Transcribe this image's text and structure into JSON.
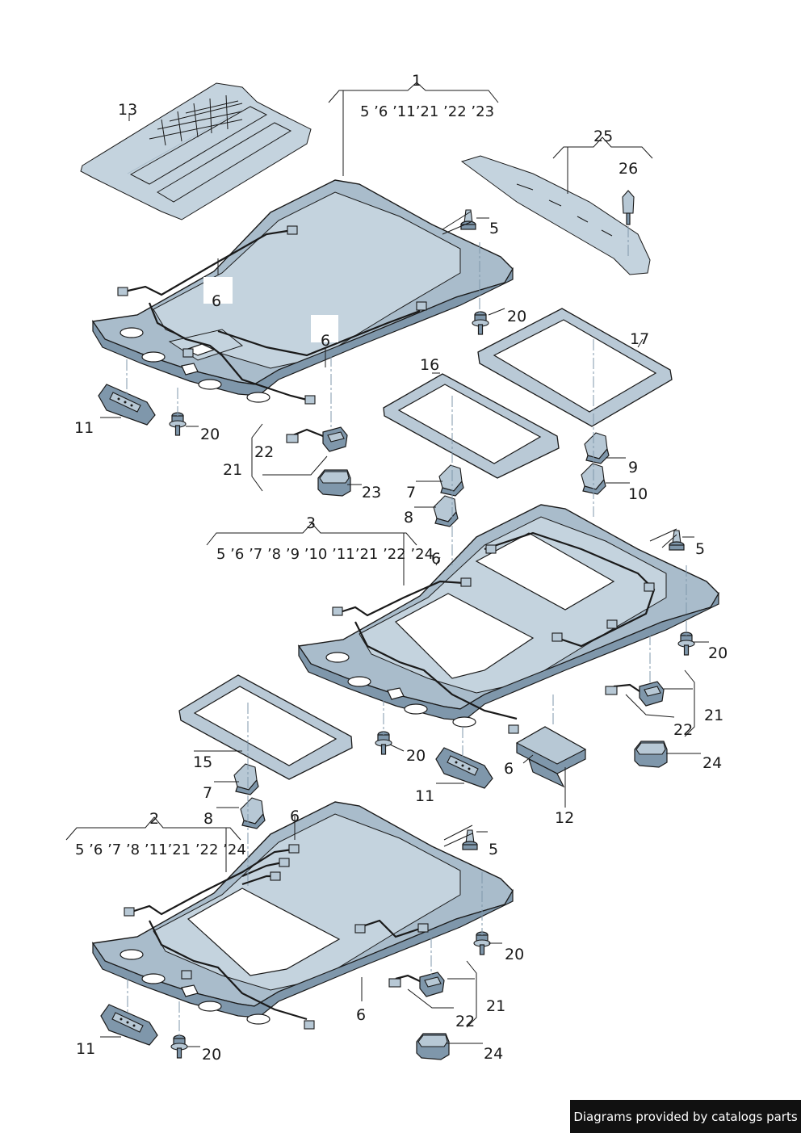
{
  "diagram": {
    "callouts": {
      "c1": "1",
      "c2": "2",
      "c3": "3",
      "c5a": "5",
      "c5b": "5",
      "c5c": "5",
      "c6a": "6",
      "c6b": "6",
      "c6c": "6",
      "c6d": "6",
      "c6e": "6",
      "c6f": "6",
      "c7a": "7",
      "c7b": "7",
      "c8a": "8",
      "c8b": "8",
      "c9": "9",
      "c10": "10",
      "c11a": "11",
      "c11b": "11",
      "c11c": "11",
      "c12": "12",
      "c13": "13",
      "c15": "15",
      "c16": "16",
      "c17": "17",
      "c20a": "20",
      "c20b": "20",
      "c20c": "20",
      "c20d": "20",
      "c20e": "20",
      "c20f": "20",
      "c21a": "21",
      "c21b": "21",
      "c21c": "21",
      "c22a": "22",
      "c22b": "22",
      "c22c": "22",
      "c23": "23",
      "c24a": "24",
      "c24b": "24",
      "c25": "25",
      "c26": "26"
    },
    "notes": {
      "n1": "5 ’6 ’11’21 ’22 ’23",
      "n3": "5 ’6 ’7 ’8 ’9 ’10 ’11’21 ’22 ’24",
      "n2": "5 ’6 ’7 ’8 ’11’21 ’22 ’24"
    }
  },
  "watermark": "Diagrams provided by catalogs parts"
}
